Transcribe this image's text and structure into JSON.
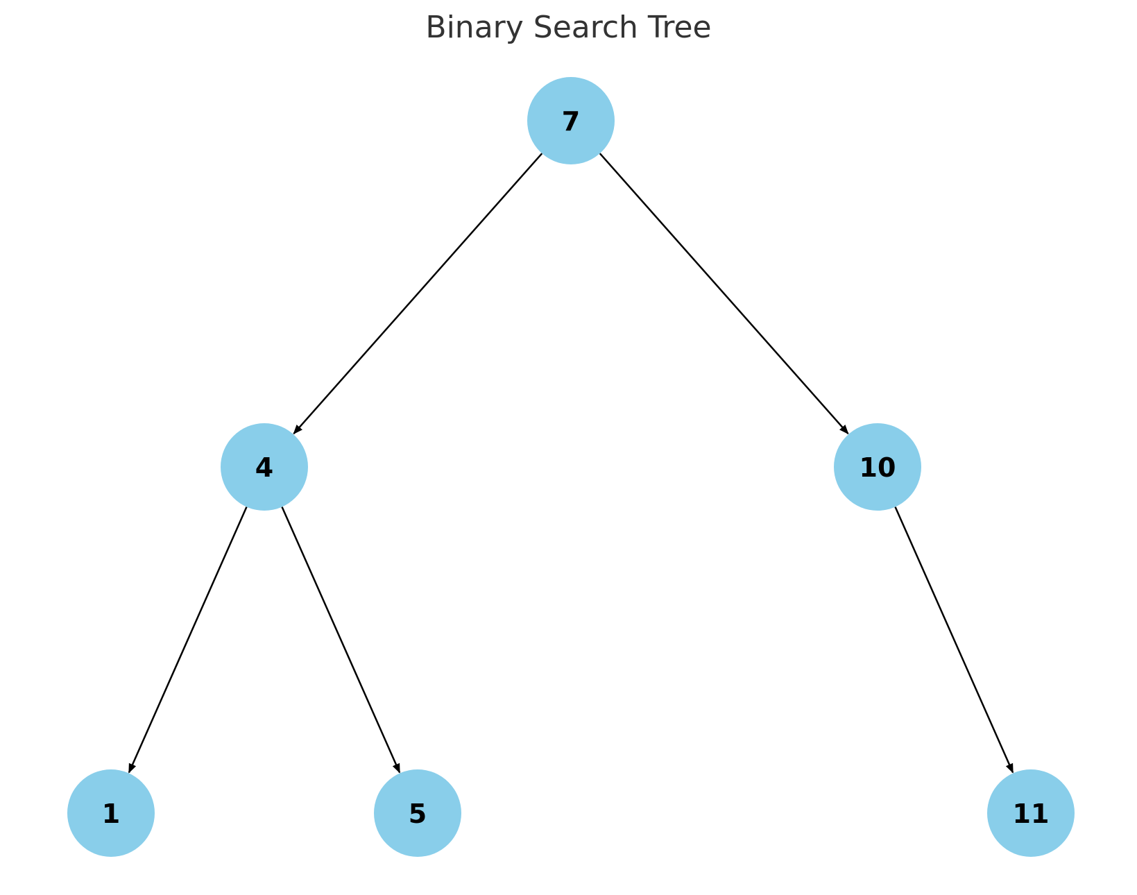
{
  "title": "Binary Search Tree",
  "style": {
    "node_fill": "#89CEEA",
    "edge_color": "#000000",
    "label_color": "#000000"
  },
  "tree": {
    "nodes": [
      {
        "id": "n7",
        "label": "7",
        "depth": 0,
        "order": 4
      },
      {
        "id": "n4",
        "label": "4",
        "depth": 1,
        "order": 2
      },
      {
        "id": "n10",
        "label": "10",
        "depth": 1,
        "order": 6
      },
      {
        "id": "n1",
        "label": "1",
        "depth": 2,
        "order": 1
      },
      {
        "id": "n5",
        "label": "5",
        "depth": 2,
        "order": 3
      },
      {
        "id": "n11",
        "label": "11",
        "depth": 2,
        "order": 7
      }
    ],
    "edges": [
      {
        "from": "n7",
        "to": "n4"
      },
      {
        "from": "n7",
        "to": "n10"
      },
      {
        "from": "n4",
        "to": "n1"
      },
      {
        "from": "n4",
        "to": "n5"
      },
      {
        "from": "n10",
        "to": "n11"
      }
    ]
  }
}
